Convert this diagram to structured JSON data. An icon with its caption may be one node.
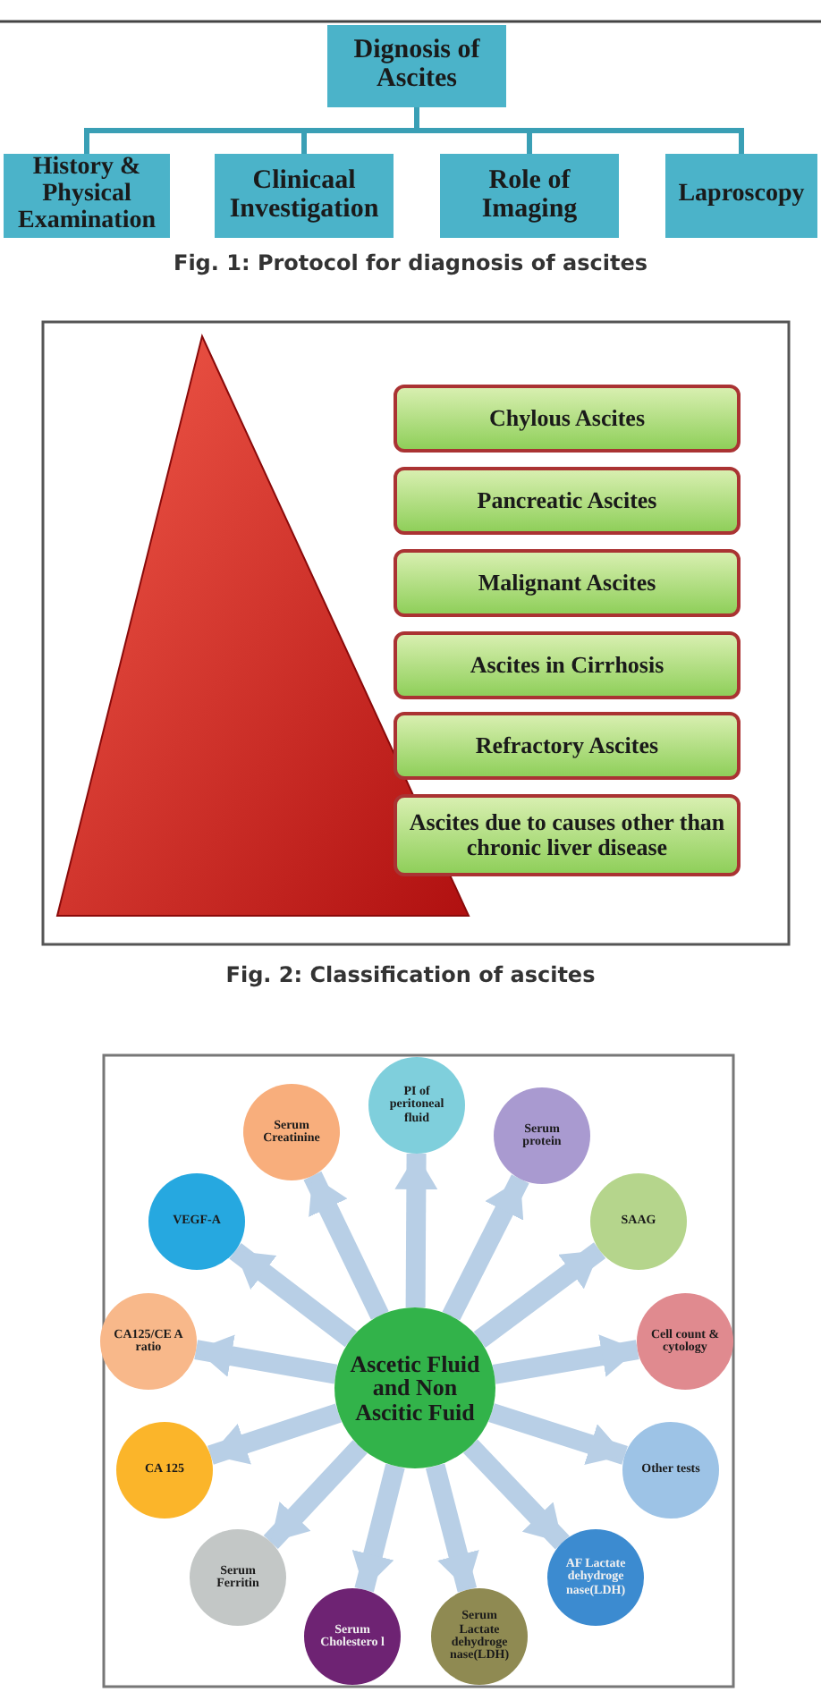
{
  "diagram": {
    "nodes": [
      {
        "text": [
          "Dignosis of Ascites"
        ]
      },
      {
        "text": [
          "History & Physical Examination"
        ]
      },
      {
        "text": [
          "Clinicaal Investigation"
        ]
      },
      {
        "text": [
          "Role of Imaging"
        ]
      },
      {
        "text": [
          "Laproscopy"
        ]
      },
      {
        "text": [
          "Chylous Ascites"
        ]
      },
      {
        "text": [
          "Pancreatic Ascites"
        ]
      },
      {
        "text": [
          "Malignant Ascites"
        ]
      },
      {
        "text": [
          "Ascites in Cirrhosis"
        ]
      },
      {
        "text": [
          "Refractory Ascites"
        ]
      },
      {
        "text": [
          "Ascites due to causes other than chronic liver disease"
        ]
      },
      {
        "text": [
          "Ascetic Fluid and Non Ascitic Fuid"
        ]
      },
      {
        "text": [
          "PI of peritoneal fluid"
        ]
      },
      {
        "text": [
          "Serum protein"
        ]
      },
      {
        "text": [
          "SAAG"
        ]
      },
      {
        "text": [
          "Cell count & cytology"
        ]
      },
      {
        "text": [
          "Other tests"
        ]
      },
      {
        "text": [
          "AF Lactate dehydroge nase(LDH)"
        ]
      },
      {
        "text": [
          "Serum Lactate dehydroge nase(LDH)"
        ]
      },
      {
        "text": [
          "Serum Cholestero l"
        ]
      },
      {
        "text": [
          "Serum Ferritin"
        ]
      },
      {
        "text": [
          "CA 125"
        ]
      },
      {
        "text": [
          "CA125/CE A ratio"
        ]
      },
      {
        "text": [
          "VEGF-A"
        ]
      },
      {
        "text": [
          "Serum Creatinine"
        ]
      }
    ],
    "edges": [
      {
        "from": 0,
        "to": 1,
        "arrow": "none",
        "color": "#3a9fb5"
      },
      {
        "from": 0,
        "to": 2,
        "arrow": "none",
        "color": "#3a9fb5"
      },
      {
        "from": 0,
        "to": 3,
        "arrow": "none",
        "color": "#3a9fb5"
      },
      {
        "from": 0,
        "to": 4,
        "arrow": "none",
        "color": "#3a9fb5"
      },
      {
        "from": 11,
        "to": 12,
        "arrow": "to"
      },
      {
        "from": 11,
        "to": 13,
        "arrow": "to"
      },
      {
        "from": 11,
        "to": 14,
        "arrow": "to"
      },
      {
        "from": 11,
        "to": 15,
        "arrow": "to"
      },
      {
        "from": 11,
        "to": 16,
        "arrow": "to"
      },
      {
        "from": 11,
        "to": 17,
        "arrow": "to"
      },
      {
        "from": 11,
        "to": 18,
        "arrow": "to"
      },
      {
        "from": 11,
        "to": 19,
        "arrow": "to"
      },
      {
        "from": 11,
        "to": 20,
        "arrow": "to"
      },
      {
        "from": 11,
        "to": 21,
        "arrow": "to"
      },
      {
        "from": 11,
        "to": 22,
        "arrow": "to"
      },
      {
        "from": 11,
        "to": 23,
        "arrow": "to"
      },
      {
        "from": 11,
        "to": 24,
        "arrow": "to"
      }
    ],
    "labels": [
      "Fig. 1: Protocol for diagnosis of ascites",
      "Fig. 2: Classification of ascites"
    ]
  }
}
